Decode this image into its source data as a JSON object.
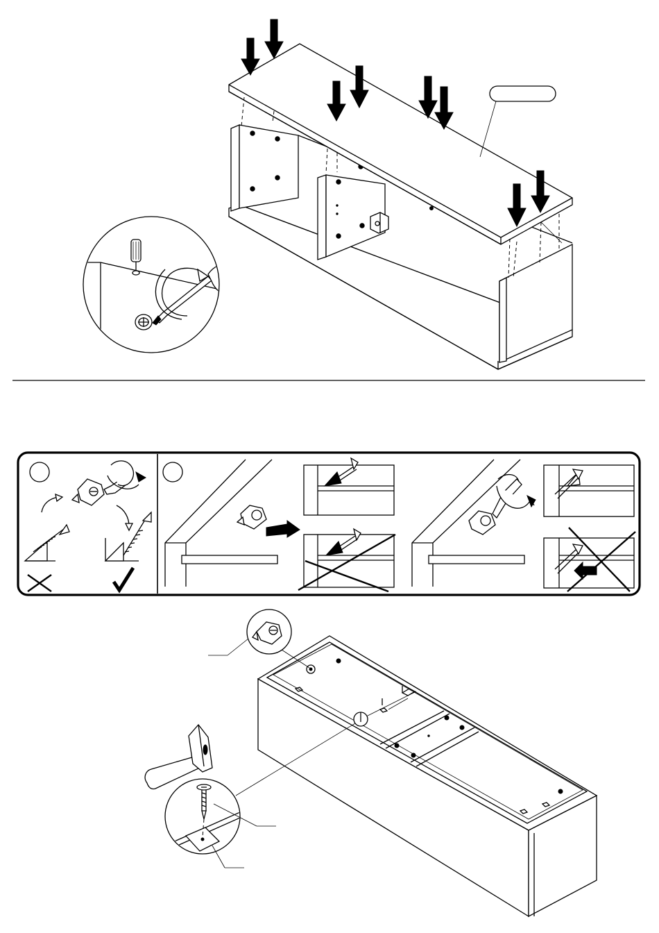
{
  "document": {
    "type": "assembly-instructions",
    "sections": [
      {
        "id": "top-panel-step",
        "description_shown_as_drawing": true
      },
      {
        "id": "cam-fitting-guide",
        "markers": [
          "",
          ""
        ]
      },
      {
        "id": "back-panel-step"
      }
    ],
    "callout_labels": {
      "top_panel_tag": "",
      "cam_tag": "",
      "nail_tag": "",
      "plate_tag": ""
    }
  }
}
